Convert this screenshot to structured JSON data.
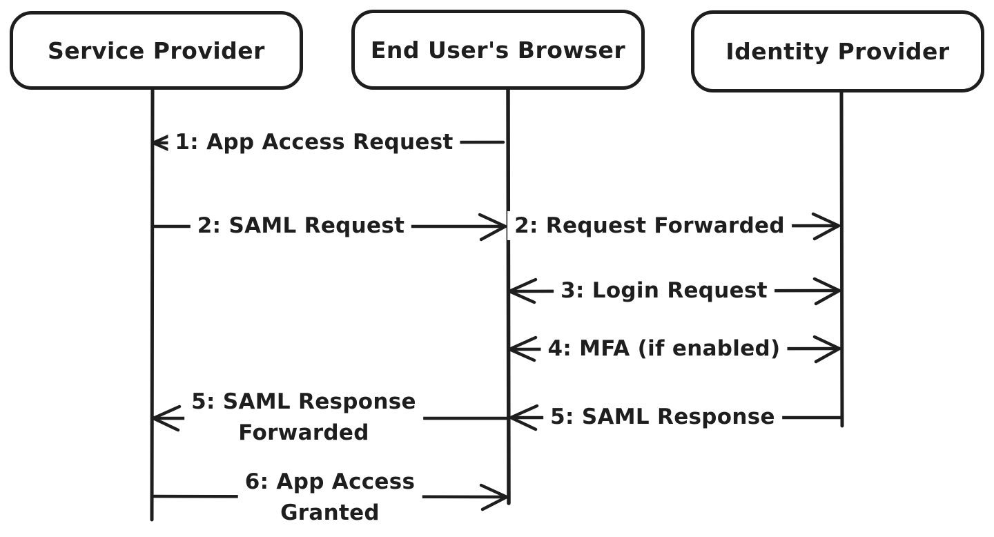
{
  "diagram": {
    "kind": "sequence-diagram",
    "subject": "SAML SSO authentication flow",
    "colors": {
      "stroke": "#1e1e1e",
      "background": "#ffffff"
    },
    "actors": [
      {
        "name": "Service Provider"
      },
      {
        "name": "End User's Browser"
      },
      {
        "name": "Identity Provider"
      }
    ],
    "messages": [
      {
        "step": "1",
        "label": "1: App Access Request",
        "from": "End User's Browser",
        "to": "Service Provider",
        "direction": "left"
      },
      {
        "step": "2",
        "label": "2: SAML Request",
        "from": "Service Provider",
        "to": "End User's Browser",
        "direction": "right"
      },
      {
        "step": "2",
        "label": "2: Request Forwarded",
        "from": "End User's Browser",
        "to": "Identity Provider",
        "direction": "right"
      },
      {
        "step": "3",
        "label": "3: Login Request",
        "from": "End User's Browser",
        "to": "Identity Provider",
        "direction": "both"
      },
      {
        "step": "4",
        "label": "4: MFA (if enabled)",
        "from": "End User's Browser",
        "to": "Identity Provider",
        "direction": "both"
      },
      {
        "step": "5",
        "label": "5: SAML Response",
        "from": "Identity Provider",
        "to": "End User's Browser",
        "direction": "left"
      },
      {
        "step": "5",
        "label": "5: SAML Response Forwarded",
        "line1": "5: SAML Response",
        "line2": "Forwarded",
        "from": "End User's Browser",
        "to": "Service Provider",
        "direction": "left"
      },
      {
        "step": "6",
        "label": "6: App Access Granted",
        "line1": "6: App Access",
        "line2": "Granted",
        "from": "Service Provider",
        "to": "End User's Browser",
        "direction": "right"
      }
    ]
  }
}
